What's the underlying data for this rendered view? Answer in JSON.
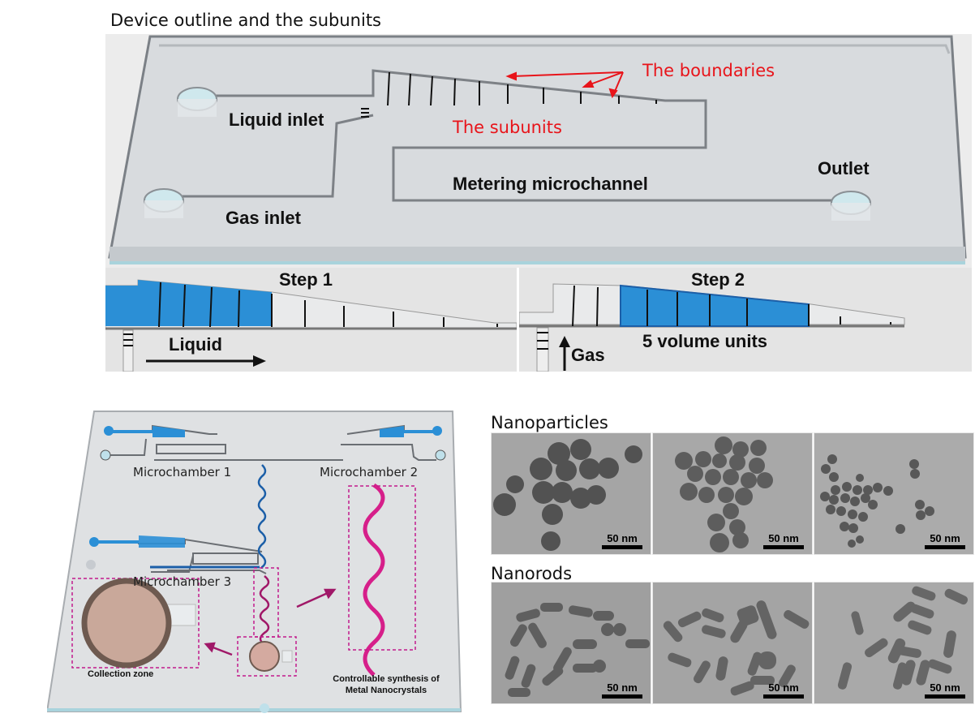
{
  "figure": {
    "section_top_title": "Device outline and the subunits",
    "device": {
      "labels": {
        "liquid_inlet": "Liquid inlet",
        "gas_inlet": "Gas inlet",
        "outlet": "Outlet",
        "metering": "Metering microchannel"
      },
      "annotations": {
        "boundaries": "The boundaries",
        "subunits": "The subunits"
      },
      "colors": {
        "annotation": "#e8141a",
        "liquid": "#2b8fd6",
        "glass": "#d9dcdf"
      }
    },
    "steps": [
      {
        "title": "Step 1",
        "caption": "Liquid",
        "arrow": "right-arrow"
      },
      {
        "title": "Step 2",
        "caption": "5 volume units",
        "arrow_label": "Gas",
        "arrow": "up-arrow"
      }
    ],
    "chip": {
      "chambers": [
        "Microchamber 1",
        "Microchamber 2",
        "Microchamber 3"
      ],
      "collection_label": "Collection zone",
      "synthesis_label_line1": "Controllable synthesis of",
      "synthesis_label_line2": "Metal Nanocrystals",
      "highlight_color": "#c21a8c"
    },
    "tem": {
      "nanoparticles_title": "Nanoparticles",
      "nanorods_title": "Nanorods",
      "scale_bar": "50 nm",
      "panels_per_row": 3
    }
  }
}
